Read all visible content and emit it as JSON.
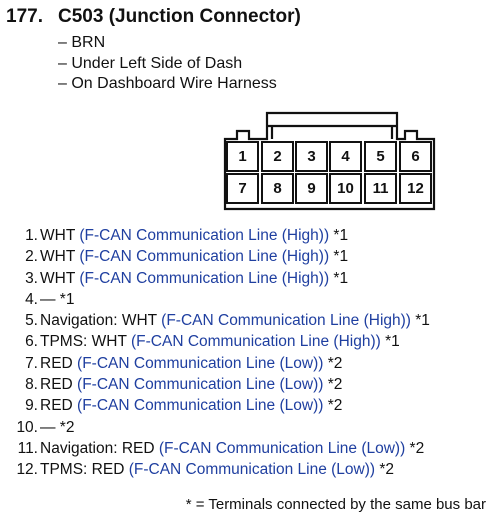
{
  "header": {
    "number": "177.",
    "title": "C503 (Junction Connector)"
  },
  "info": [
    "– BRN",
    "– Under Left Side of Dash",
    "– On Dashboard Wire Harness"
  ],
  "connector": {
    "top_row": [
      "1",
      "2",
      "3",
      "4",
      "5",
      "6"
    ],
    "bottom_row": [
      "7",
      "8",
      "9",
      "10",
      "11",
      "12"
    ]
  },
  "terminals": [
    {
      "num": "1.",
      "prefix": "WHT ",
      "signal": "(F-CAN Communication Line (High))",
      "suffix": " *1"
    },
    {
      "num": "2.",
      "prefix": "WHT ",
      "signal": "(F-CAN Communication Line (High))",
      "suffix": " *1"
    },
    {
      "num": "3.",
      "prefix": "WHT ",
      "signal": "(F-CAN Communication Line (High))",
      "suffix": " *1"
    },
    {
      "num": "4.",
      "prefix": "— *1",
      "signal": "",
      "suffix": ""
    },
    {
      "num": "5.",
      "prefix": "Navigation: WHT ",
      "signal": "(F-CAN Communication Line (High))",
      "suffix": " *1"
    },
    {
      "num": "6.",
      "prefix": "TPMS: WHT ",
      "signal": "(F-CAN Communication Line (High))",
      "suffix": " *1"
    },
    {
      "num": "7.",
      "prefix": "RED ",
      "signal": "(F-CAN Communication Line (Low))",
      "suffix": " *2"
    },
    {
      "num": "8.",
      "prefix": "RED ",
      "signal": "(F-CAN Communication Line (Low))",
      "suffix": " *2"
    },
    {
      "num": "9.",
      "prefix": "RED ",
      "signal": "(F-CAN Communication Line (Low))",
      "suffix": " *2"
    },
    {
      "num": "10.",
      "prefix": "— *2",
      "signal": "",
      "suffix": ""
    },
    {
      "num": "11.",
      "prefix": "Navigation: RED ",
      "signal": "(F-CAN Communication Line (Low))",
      "suffix": " *2"
    },
    {
      "num": "12.",
      "prefix": "TPMS: RED ",
      "signal": "(F-CAN Communication Line (Low))",
      "suffix": " *2"
    }
  ],
  "footnote": "* = Terminals connected by the same bus bar",
  "colors": {
    "signal_text": "#1f3fa0",
    "text": "#111111"
  }
}
